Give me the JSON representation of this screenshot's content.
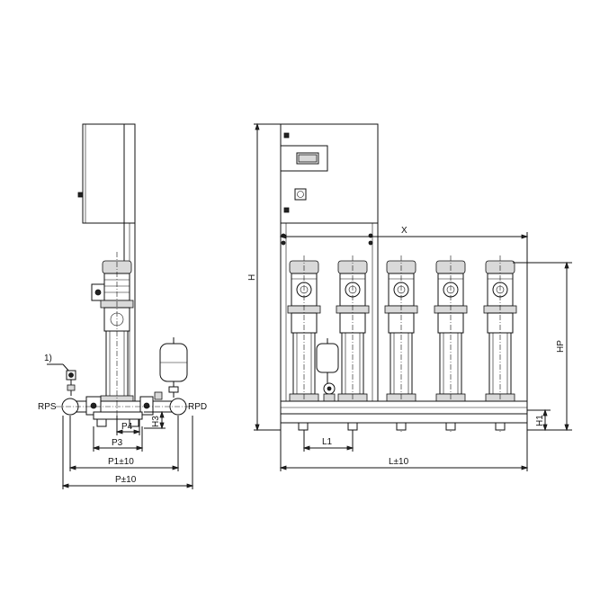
{
  "labels": {
    "callout": "1)",
    "rps": "RPS",
    "rpd": "RPD",
    "p4": "P4",
    "h3": "H3",
    "p3": "P3",
    "p1": "P1±10",
    "p": "P±10",
    "h": "H",
    "x": "X",
    "hp": "HP",
    "h1": "H1",
    "l1": "L1",
    "l": "L±10"
  }
}
